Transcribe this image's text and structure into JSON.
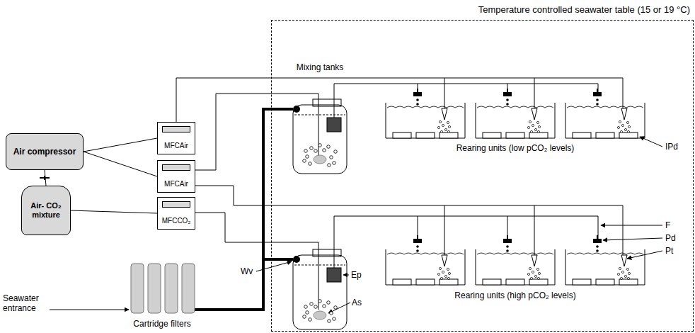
{
  "diagram": {
    "nodes": [
      {
        "text": [
          "Temperature controlled seawater table (15 or 19 °C)"
        ]
      },
      {
        "text": [
          "Air compressor"
        ]
      },
      {
        "text": [
          "Air- CO₂ mixture"
        ]
      },
      {
        "text": [
          "MFCAir"
        ]
      },
      {
        "text": [
          "MFCAir"
        ]
      },
      {
        "text": [
          "MFCCO₂"
        ]
      }
    ],
    "edges": [
      {
        "from": 1,
        "to": 3,
        "arrow": "none"
      },
      {
        "from": 1,
        "to": 4,
        "arrow": "none"
      },
      {
        "from": 1,
        "to": 2,
        "arrow": "none"
      },
      {
        "from": 2,
        "to": 5,
        "arrow": "none"
      }
    ],
    "labels": [
      "Mixing tanks",
      "Rearing units (low pCO₂ levels)",
      "IPd",
      "Wv",
      "F",
      "Pd",
      "Pt",
      "Ep",
      "As",
      "Rearing units (high pCO₂ levels)",
      "Seawater entrance",
      "Cartridge filters"
    ]
  }
}
